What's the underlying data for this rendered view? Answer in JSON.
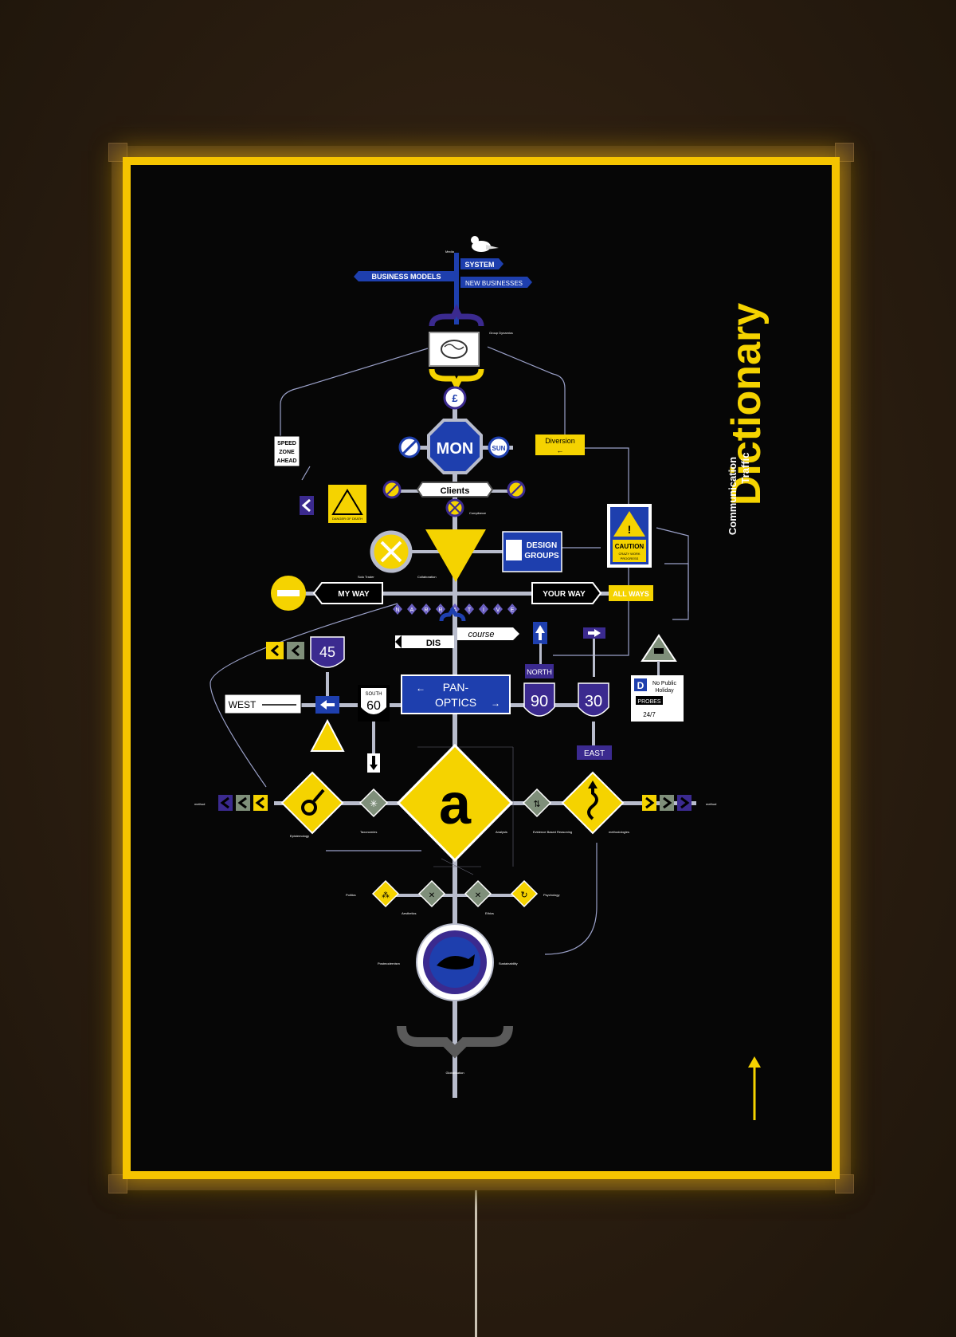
{
  "poster": {
    "title": "Dictionary",
    "subtitle_1": "Communication",
    "subtitle_2": "Traffic"
  },
  "signs": {
    "system": "SYSTEM",
    "business_models": "BUSINESS MODELS",
    "new_businesses": "NEW BUSINESSES",
    "mon": "MON",
    "sun": "SUN",
    "pound": "£",
    "clients": "Clients",
    "diversion": "Diversion",
    "speed_zone": [
      "SPEED",
      "ZONE",
      "AHEAD"
    ],
    "danger": "DANGER OF DEATH",
    "design_groups": [
      "DESIGN",
      "GROUPS"
    ],
    "caution": "CAUTION",
    "caution_sub": [
      "CRAZY WORK",
      "PROGRESS"
    ],
    "my_way": "MY WAY",
    "your_way": "YOUR WAY",
    "all_ways": "ALL WAYS",
    "narrative": [
      "N",
      "A",
      "R",
      "R",
      "A",
      "T",
      "I",
      "V",
      "E"
    ],
    "dis": "DIS",
    "course": "course",
    "r45": "45",
    "west": "WEST",
    "south": "SOUTH",
    "r60": "60",
    "pan_optics": [
      "PAN-",
      "OPTICS"
    ],
    "north": "NORTH",
    "r90": "90",
    "r30": "30",
    "east": "EAST",
    "d_letter": "D",
    "no_public": [
      "No Public",
      "Holiday"
    ],
    "probes": "PROBES",
    "hours": "24/7",
    "big_a": "a"
  },
  "tiny_labels": {
    "group_dynamics": "Group Dynamics",
    "media": "Media",
    "compliance": "Compliance",
    "solo_trader": "Solo Trader",
    "collaboration": "Collaboration",
    "method_left": "method",
    "method_right": "method",
    "epistemology": "Epistemology",
    "taxonomies": "Taxonomies",
    "analysis": "Analysis",
    "evidence": "Evidence Based Reasoning",
    "methodologies": "methodologies",
    "politics": "Politics",
    "aesthetics": "Aesthetics",
    "ethics": "Ethics",
    "psychology": "Psychology",
    "postmodernism": "Postmodernism",
    "sustainability": "Sustainability",
    "globalisation": "Globalisation"
  },
  "colors": {
    "yellow": "#f5d300",
    "blue": "#1e3fae",
    "purple": "#3b2a8f",
    "sage": "#7f8f7a",
    "frame_glow": "#f5c400"
  }
}
